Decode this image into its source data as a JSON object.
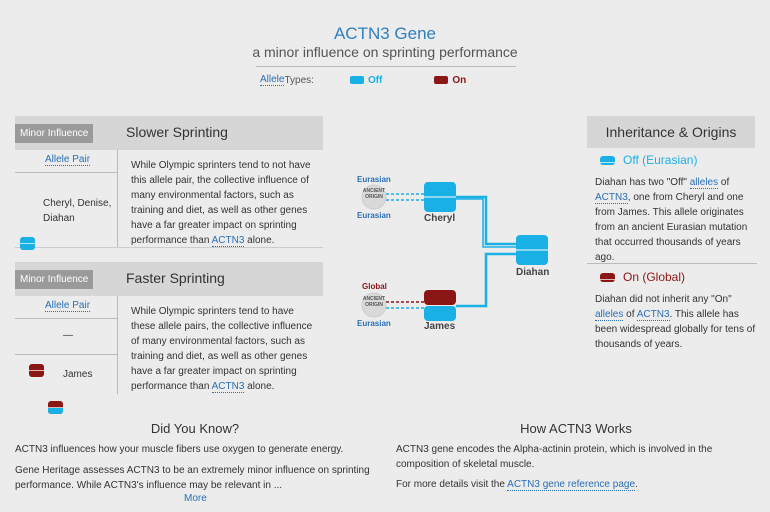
{
  "header": {
    "title": "ACTN3 Gene",
    "subtitle": "a minor influence on sprinting performance",
    "legend_label_link": "Allele",
    "legend_label_rest": " Types:",
    "legend_off": "Off",
    "legend_on": "On"
  },
  "colors": {
    "off": "#19b0e6",
    "on": "#8b1616",
    "accent": "#2f7fc0"
  },
  "panel_slow": {
    "badge": "Minor Influence",
    "title": "Slower Sprinting",
    "col_header": "Allele Pair",
    "row_names": "Cheryl, Denise, Diahan",
    "desc_pre": "While Olympic sprinters tend to not have this allele pair, the collective influence of many environmental factors, such as training and diet, as well as other genes have a far greater impact on sprinting performance than ",
    "desc_link": "ACTN3",
    "desc_post": " alone."
  },
  "panel_fast": {
    "badge": "Minor Influence",
    "title": "Faster Sprinting",
    "col_header": "Allele Pair",
    "row1_name": "—",
    "row2_name": "James",
    "desc_pre": "While Olympic sprinters tend to have these allele pairs, the collective influence of many environmental factors, such as training and diet, as well as other genes have a far greater impact on sprinting performance than ",
    "desc_link": "ACTN3",
    "desc_post": " alone."
  },
  "diagram": {
    "top_origin_top": "Eurasian",
    "top_origin_bottom": "Eurasian",
    "bottom_origin_top": "Global",
    "bottom_origin_bottom": "Eurasian",
    "ancient_line1": "ANCIENT",
    "ancient_line2": "ORIGIN",
    "parent1": "Cheryl",
    "parent2": "James",
    "child": "Diahan"
  },
  "inheritance": {
    "title": "Inheritance & Origins",
    "off_title": "Off (Eurasian)",
    "off_t1": "Diahan has two \"Off\" ",
    "off_link1": "alleles",
    "off_t2": " of ",
    "off_link2": "ACTN3",
    "off_t3": ", one from Cheryl and one from James. This allele originates from an ancient Eurasian mutation that occurred thousands of years ago.",
    "on_title": "On (Global)",
    "on_t1": "Diahan did not inherit any \"On\" ",
    "on_link1": "alleles",
    "on_t2": " of ",
    "on_link2": "ACTN3",
    "on_t3": ". This allele has been widespread globally for tens of thousands of years."
  },
  "did_you_know": {
    "title": "Did You Know?",
    "p1": "ACTN3 influences how your muscle fibers use oxygen to generate energy.",
    "p2": "Gene Heritage assesses ACTN3 to be an extremely minor influence on sprinting performance. While ACTN3's influence may be relevant in ...",
    "more": "More"
  },
  "how_works": {
    "title": "How ACTN3 Works",
    "p1": "ACTN3 gene encodes the Alpha-actinin protein, which is involved in the composition of skeletal muscle.",
    "p2_pre": "For more details visit the ",
    "p2_link": "ACTN3 gene reference page",
    "p2_post": "."
  }
}
